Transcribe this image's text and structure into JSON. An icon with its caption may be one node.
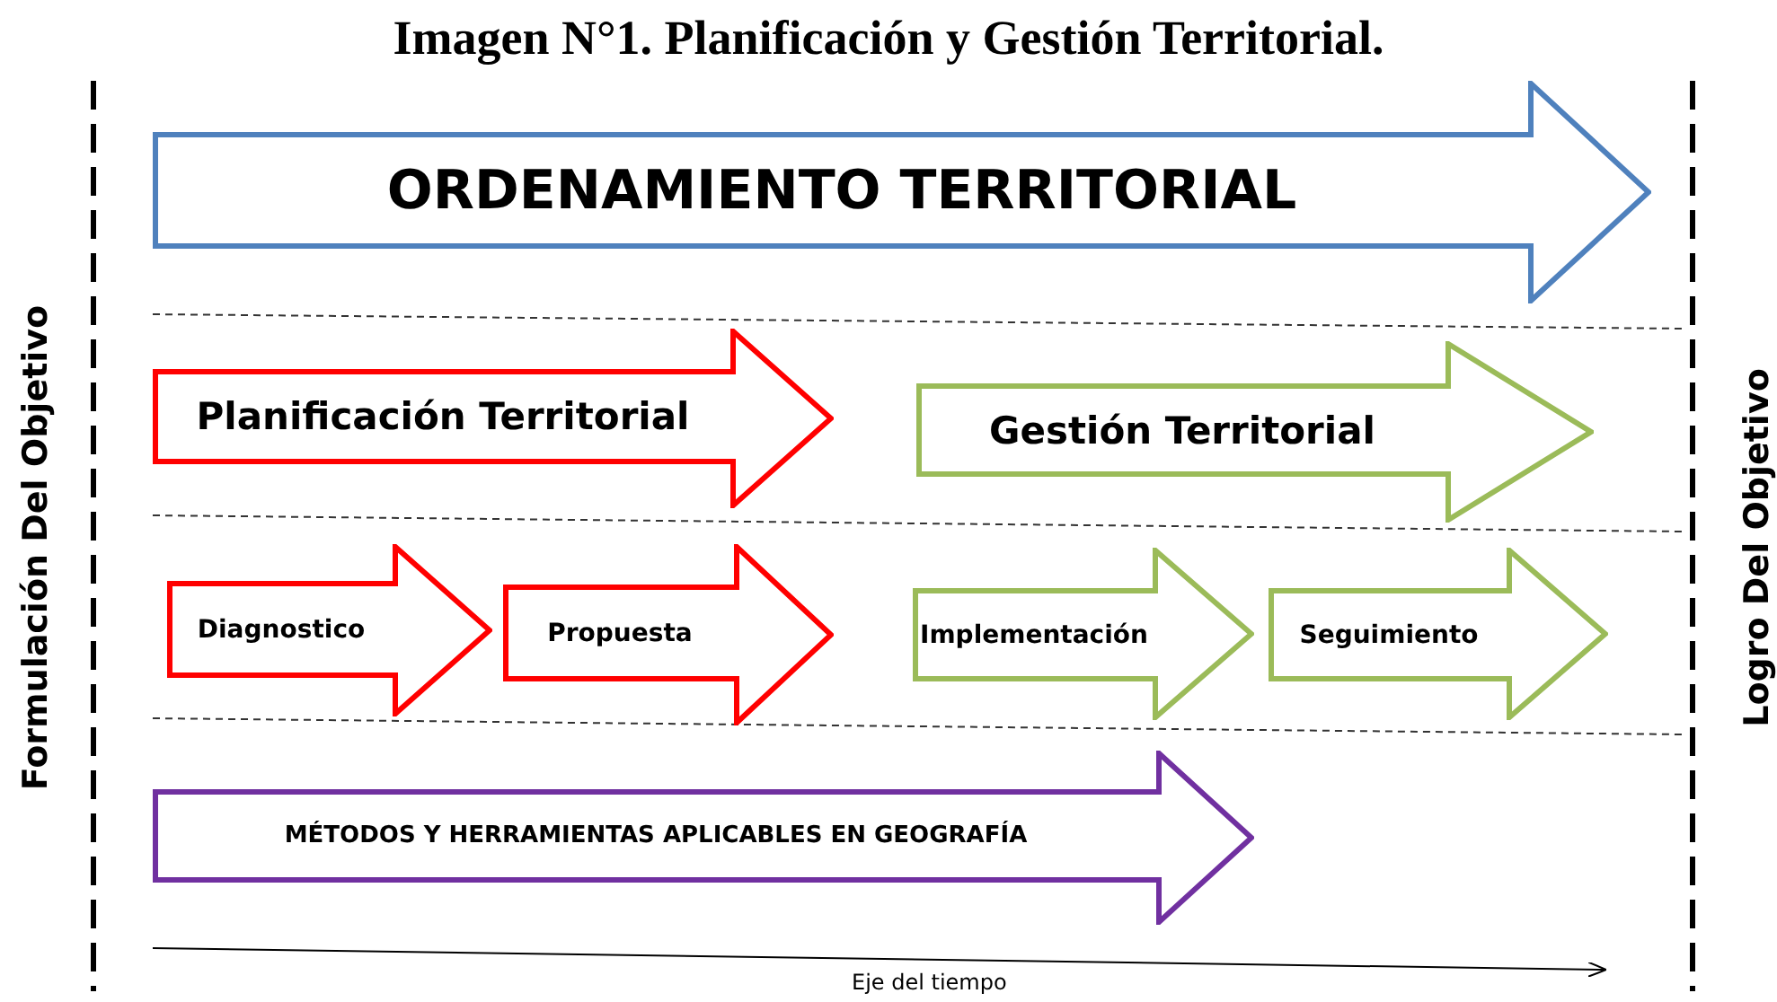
{
  "diagram": {
    "title": "Imagen N°1. Planificación y Gestión Territorial.",
    "nodes": [
      {
        "text": [
          "ORDENAMIENTO TERRITORIAL"
        ]
      },
      {
        "text": [
          "Planificación Territorial"
        ]
      },
      {
        "text": [
          "Gestión Territorial"
        ]
      },
      {
        "text": [
          "Diagnostico"
        ]
      },
      {
        "text": [
          "Propuesta"
        ]
      },
      {
        "text": [
          "Implementación"
        ]
      },
      {
        "text": [
          "Seguimiento"
        ]
      },
      {
        "text": [
          "MÉTODOS Y HERRAMIENTAS APLICABLES EN GEOGRAFÍA"
        ]
      }
    ],
    "labels": [
      "Formulación Del Objetivo",
      "Logro Del Objetivo",
      "Eje del tiempo"
    ]
  }
}
